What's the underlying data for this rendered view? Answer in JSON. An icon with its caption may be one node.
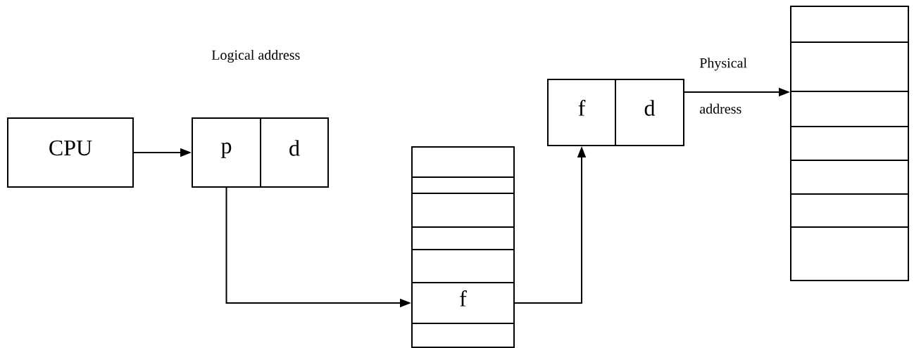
{
  "diagram": {
    "nodes": [
      {
        "text": [
          "CPU"
        ]
      },
      {
        "text": [
          "p"
        ]
      },
      {
        "text": [
          "d"
        ]
      },
      {
        "text": [],
        "shape": "box"
      },
      {
        "text": [
          "f"
        ],
        "in": 3
      },
      {
        "text": [
          "f"
        ]
      },
      {
        "text": [
          "d"
        ]
      },
      {
        "text": [],
        "shape": "box"
      }
    ],
    "edges": [
      {
        "from": 0,
        "to": 1,
        "arrow": "to"
      },
      {
        "from": 1,
        "to": 4,
        "arrow": "to"
      },
      {
        "from": 4,
        "to": 5,
        "arrow": "to"
      },
      {
        "from": 6,
        "to": 7,
        "arrow": "to",
        "label": "Physical address"
      }
    ],
    "labels": [
      "Logical address"
    ]
  }
}
